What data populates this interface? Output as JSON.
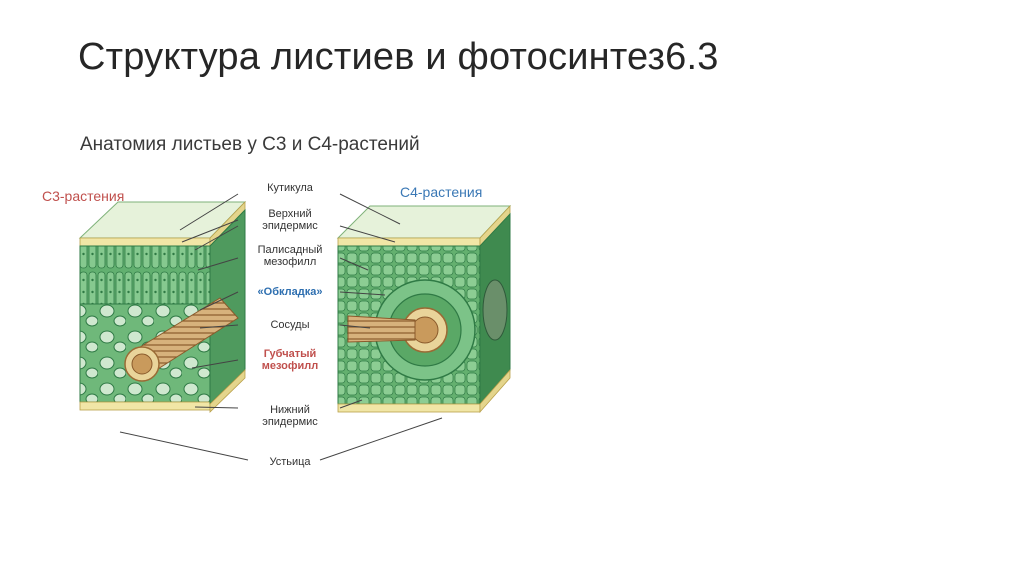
{
  "slide": {
    "title": "Структура листиев и фотосинтез6.3"
  },
  "figure": {
    "title": "Анатомия листьев у С3 и С4-растений",
    "c3_label": "С3-растения",
    "c4_label": "С4-растения",
    "labels": {
      "cuticle": "Кутикула",
      "upper_epidermis_1": "Верхний",
      "upper_epidermis_2": "эпидермис",
      "palisade_1": "Палисадный",
      "palisade_2": "мезофилл",
      "bundle_sheath": "«Обкладка»",
      "vessels": "Сосуды",
      "spongy_1": "Губчатый",
      "spongy_2": "мезофилл",
      "lower_epidermis_1": "Нижний",
      "lower_epidermis_2": "эпидермис",
      "stomata": "Устьица"
    },
    "colors": {
      "c3_label": "#c0504d",
      "c4_label": "#3a78b5",
      "bundle_sheath_label": "#2e6fb0",
      "spongy_label": "#c0504d",
      "tissue_green": "#5faa6a",
      "tissue_dark": "#2f7a45",
      "vessel_tan": "#c9a06a"
    }
  }
}
